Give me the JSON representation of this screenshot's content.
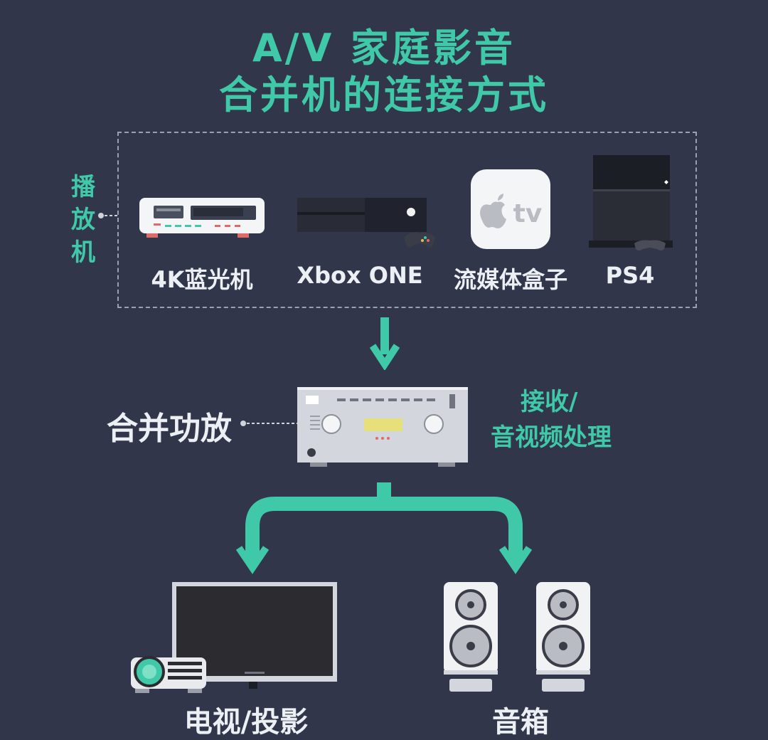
{
  "title": {
    "line1": "A/V 家庭影音",
    "line2": "合并机的连接方式"
  },
  "players": {
    "group_label": "播放机",
    "group_label_chars": [
      "播",
      "放",
      "机"
    ],
    "devices": [
      {
        "name": "4K蓝光机",
        "icon": "bluray-player-icon"
      },
      {
        "name": "Xbox ONE",
        "icon": "xbox-console-icon"
      },
      {
        "name": "流媒体盒子",
        "icon": "apple-tv-icon",
        "icon_text": "tv"
      },
      {
        "name": "PS4",
        "icon": "ps4-console-icon"
      }
    ]
  },
  "amplifier": {
    "label": "合并功放",
    "desc_line1": "接收/",
    "desc_line2": "音视频处理",
    "icon": "av-receiver-icon"
  },
  "outputs": [
    {
      "name": "电视/投影",
      "icon": "tv-projector-icon"
    },
    {
      "name": "音箱",
      "icon": "speakers-icon"
    }
  ],
  "colors": {
    "background": "#31364a",
    "accent": "#3fc9a8",
    "label": "#eceff3"
  }
}
